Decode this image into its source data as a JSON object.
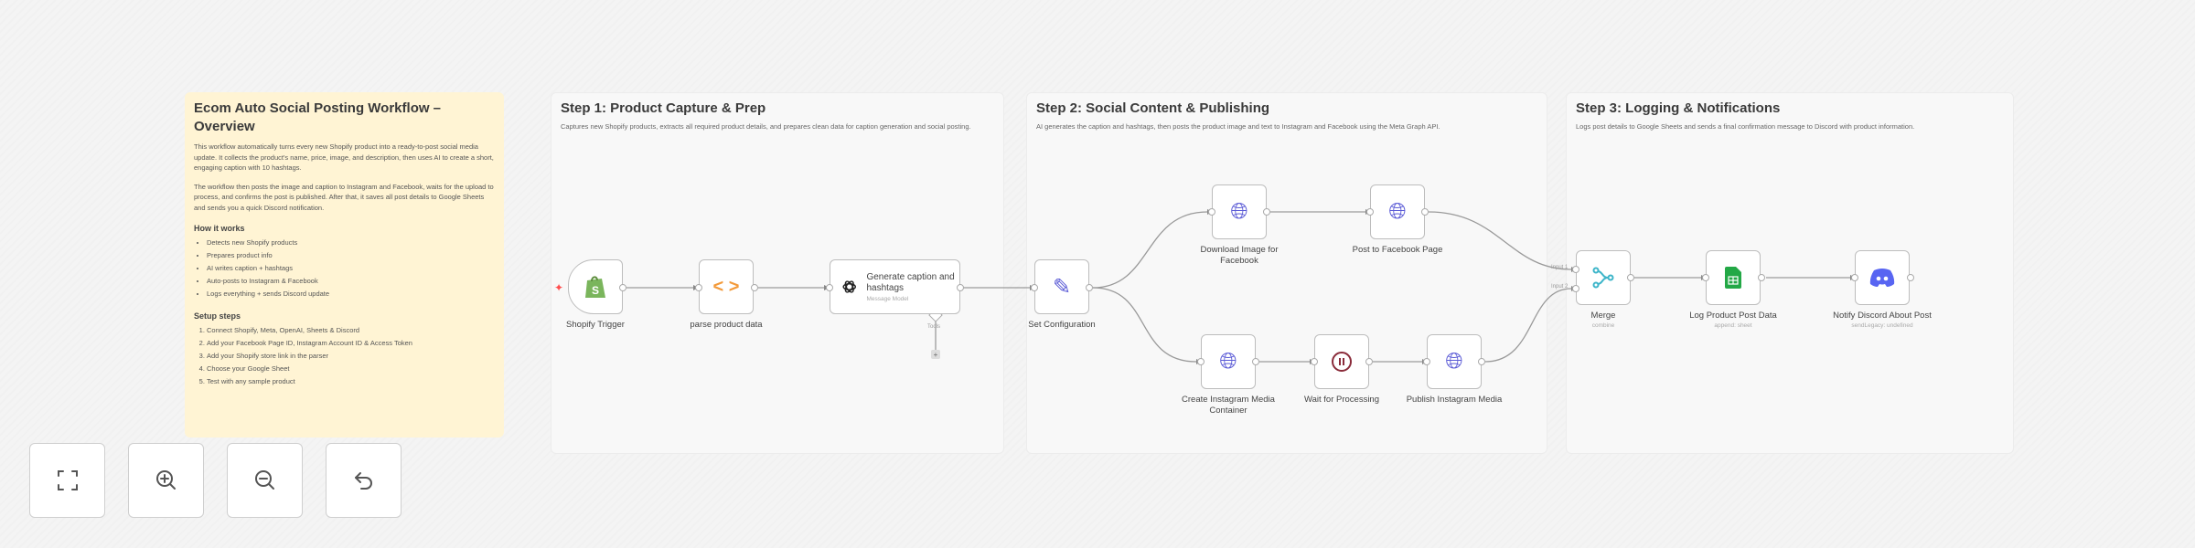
{
  "sticky": {
    "title": "Ecom Auto Social Posting Workflow – Overview",
    "paragraphs": [
      "This workflow automatically turns every new Shopify product into a ready-to-post social media update. It collects the product's name, price, image, and description, then uses AI to create a short, engaging caption with 10 hashtags.",
      "The workflow then posts the image and caption to Instagram and Facebook, waits for the upload to process, and confirms the post is published. After that, it saves all post details to Google Sheets and sends you a quick Discord notification."
    ],
    "how_title": "How it works",
    "how_items": [
      "Detects new Shopify products",
      "Prepares product info",
      "AI writes caption + hashtags",
      "Auto-posts to Instagram & Facebook",
      "Logs everything + sends Discord update"
    ],
    "setup_title": "Setup steps",
    "setup_items": [
      "Connect Shopify, Meta, OpenAI, Sheets & Discord",
      "Add your Facebook Page ID, Instagram Account ID & Access Token",
      "Add your Shopify store link in the parser",
      "Choose your Google Sheet",
      "Test with any sample product"
    ]
  },
  "groups": [
    {
      "title": "Step 1: Product Capture & Prep",
      "desc": "Captures new Shopify products, extracts all required product details, and prepares clean data for caption generation and social posting."
    },
    {
      "title": "Step 2: Social Content & Publishing",
      "desc": "AI generates the caption and hashtags, then posts the product image and text to Instagram and Facebook using the Meta Graph API."
    },
    {
      "title": "Step 3: Logging & Notifications",
      "desc": "Logs post details to Google Sheets and sends a final confirmation message to Discord with product information."
    }
  ],
  "nodes": {
    "shopify": {
      "label": "Shopify Trigger",
      "icon": "shopify-icon",
      "color": "#7ab55c"
    },
    "parse": {
      "label": "parse product data",
      "icon": "code-icon",
      "color": "#f39a3a"
    },
    "generate": {
      "label": "Generate caption and hashtags",
      "subtitle": "Message Model",
      "tools_label": "Tools",
      "icon": "openai-icon"
    },
    "set_config": {
      "label": "Set Configuration",
      "icon": "pencil-icon",
      "color": "#5b5bd6"
    },
    "download_fb": {
      "label": "Download Image for Facebook",
      "icon": "globe-icon",
      "color": "#5b5bd6"
    },
    "post_fb": {
      "label": "Post to Facebook Page",
      "icon": "globe-icon",
      "color": "#5b5bd6"
    },
    "create_ig": {
      "label": "Create Instagram Media Container",
      "icon": "globe-icon",
      "color": "#5b5bd6"
    },
    "wait": {
      "label": "Wait for Processing",
      "icon": "pause-icon",
      "color": "#8a2b3a"
    },
    "publish_ig": {
      "label": "Publish Instagram Media",
      "icon": "globe-icon",
      "color": "#5b5bd6"
    },
    "merge": {
      "label": "Merge",
      "subtitle": "combine",
      "input1": "Input 1",
      "input2": "Input 2",
      "icon": "merge-icon",
      "color": "#3db5c9"
    },
    "log": {
      "label": "Log Product Post Data",
      "subtitle": "append: sheet",
      "icon": "google-sheets-icon",
      "color": "#23a846"
    },
    "discord": {
      "label": "Notify Discord About Post",
      "subtitle": "sendLegacy: undefined",
      "icon": "discord-icon",
      "color": "#5865f2"
    }
  },
  "controls": [
    "fit-view",
    "zoom-in",
    "zoom-out",
    "reset"
  ]
}
